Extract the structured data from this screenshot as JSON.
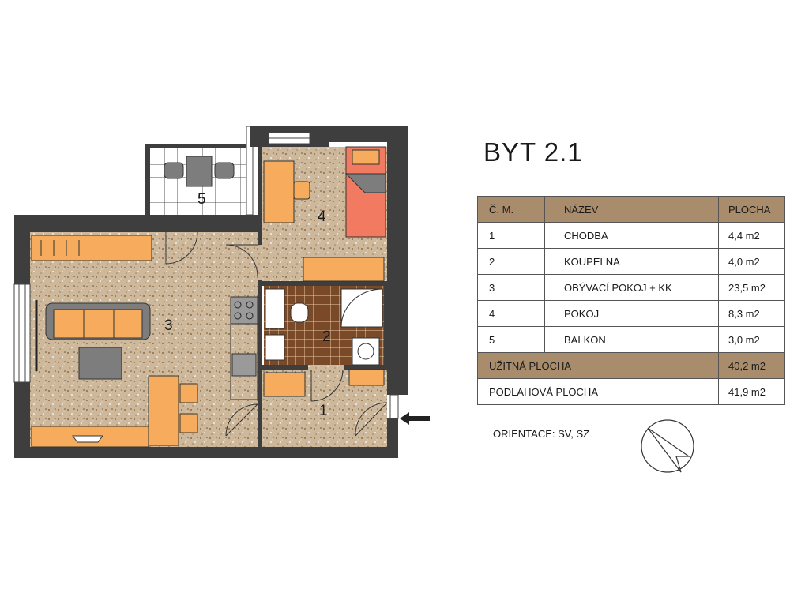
{
  "apartment_title": "BYT 2.1",
  "legend": {
    "headers": {
      "num": "Č. M.",
      "name": "NÁZEV",
      "area": "PLOCHA"
    },
    "rows": [
      {
        "num": "1",
        "name": "CHODBA",
        "area": "4,4 m2"
      },
      {
        "num": "2",
        "name": "KOUPELNA",
        "area": "4,0 m2"
      },
      {
        "num": "3",
        "name": "OBÝVACÍ POKOJ + KK",
        "area": "23,5 m2"
      },
      {
        "num": "4",
        "name": "POKOJ",
        "area": "8,3 m2"
      },
      {
        "num": "5",
        "name": "BALKON",
        "area": "3,0 m2"
      }
    ],
    "usable_area": {
      "label": "UŽITNÁ PLOCHA",
      "value": "40,2 m2"
    },
    "floor_area": {
      "label": "PODLAHOVÁ PLOCHA",
      "value": "41,9 m2"
    }
  },
  "orientation": "ORIENTACE: SV, SZ",
  "room_labels": {
    "r1": "1",
    "r2": "2",
    "r3": "3",
    "r4": "4",
    "r5": "5"
  },
  "icons": {
    "compass": "compass-arrow-icon",
    "entrance": "entrance-arrow-icon"
  },
  "colors": {
    "wall": "#3e3e3e",
    "floor": "#cdb89c",
    "furniture": "#f6ac5c",
    "table_header": "#a88c6c",
    "tile": "#7a4a28",
    "bed": "#f27a60"
  }
}
